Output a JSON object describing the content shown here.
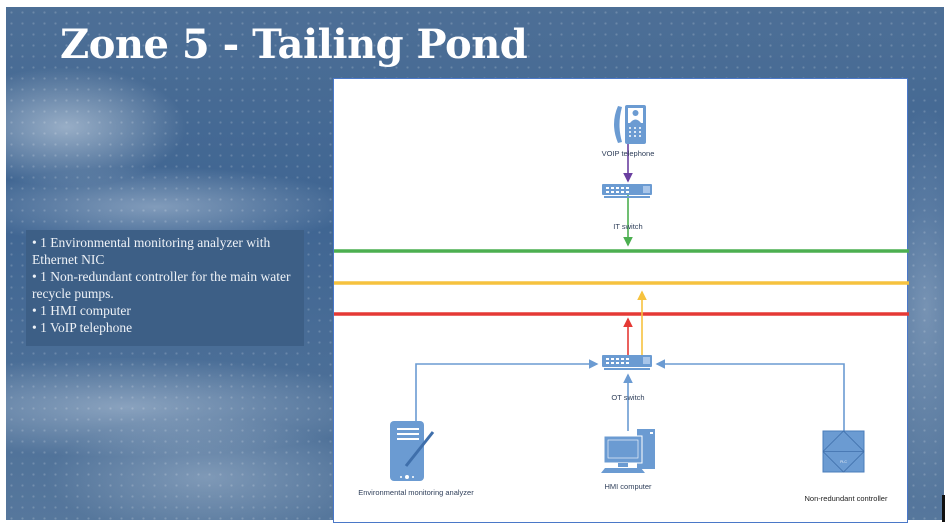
{
  "slide": {
    "title": "Zone 5 - Tailing Pond",
    "bullets": [
      "• 1 Environmental monitoring analyzer with Ethernet NIC",
      "• 1 Non-redundant controller for the main water recycle pumps.",
      "• 1 HMI computer",
      "• 1 VoIP telephone"
    ]
  },
  "diagram": {
    "nodes": {
      "voip": {
        "label": "VOIP telephone",
        "icon": "voip-phone-icon"
      },
      "it_switch": {
        "label": "IT switch",
        "icon": "network-switch-icon"
      },
      "ot_switch": {
        "label": "OT switch",
        "icon": "network-switch-icon"
      },
      "analyzer": {
        "label": "Environmental monitoring analyzer",
        "icon": "tablet-pen-icon"
      },
      "hmi": {
        "label": "HMI computer",
        "icon": "desktop-computer-icon"
      },
      "plc": {
        "label": "Non-redundant controller",
        "icon": "plc-icon",
        "badge": "PLC"
      }
    },
    "colors": {
      "device": "#6b9bd2",
      "link": "#6b9bd2",
      "voip_link": "#6a3fa0",
      "green_bus": "#4caf50",
      "yellow_bus": "#f6c23e",
      "red_bus": "#e53935"
    }
  }
}
